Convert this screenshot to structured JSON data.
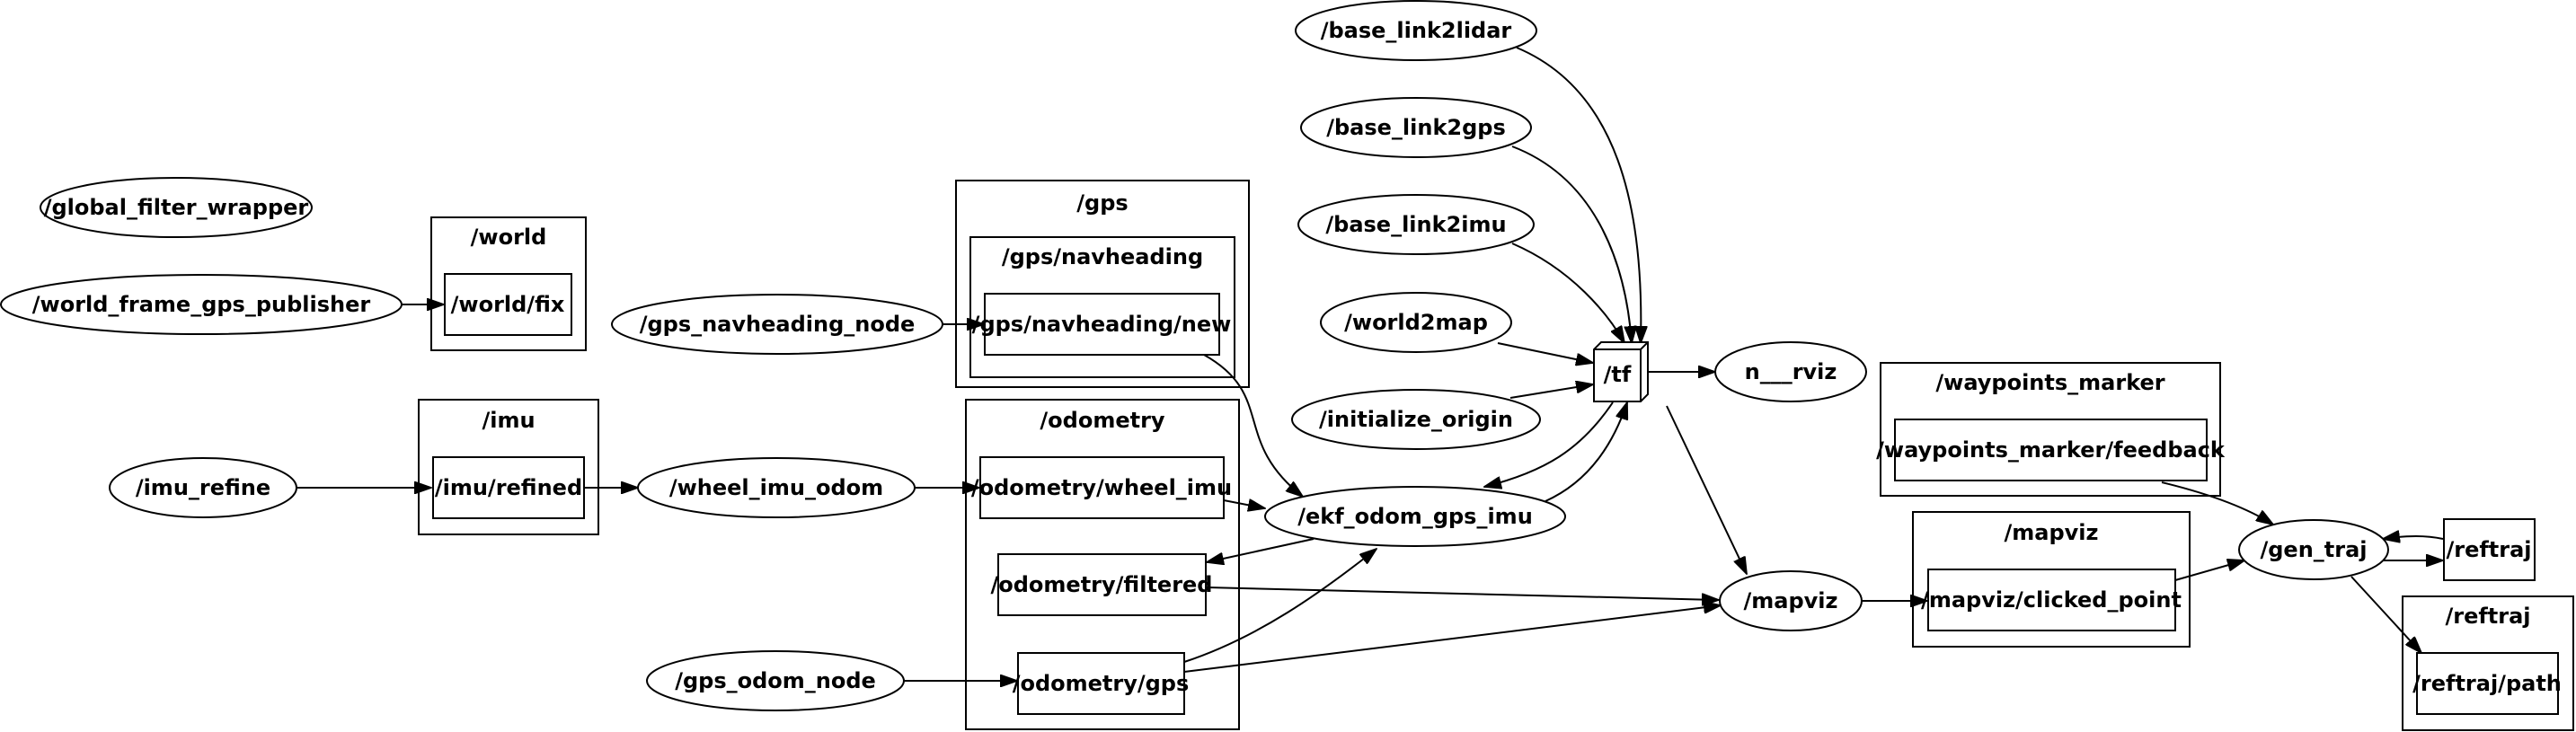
{
  "nodes": {
    "global_filter_wrapper": "/global_filter_wrapper",
    "world_frame_gps_publisher": "/world_frame_gps_publisher",
    "imu_refine": "/imu_refine",
    "wheel_imu_odom": "/wheel_imu_odom",
    "gps_navheading_node": "/gps_navheading_node",
    "gps_odom_node": "/gps_odom_node",
    "base_link2lidar": "/base_link2lidar",
    "base_link2gps": "/base_link2gps",
    "base_link2imu": "/base_link2imu",
    "world2map": "/world2map",
    "initialize_origin": "/initialize_origin",
    "ekf_odom_gps_imu": "/ekf_odom_gps_imu",
    "n_rviz": "n___rviz",
    "mapviz": "/mapviz",
    "gen_traj": "/gen_traj"
  },
  "topics": {
    "world_fix": "/world/fix",
    "imu_refined": "/imu/refined",
    "gps_navheading_new": "/gps/navheading/new",
    "odometry_wheel_imu": "/odometry/wheel_imu",
    "odometry_filtered": "/odometry/filtered",
    "odometry_gps": "/odometry/gps",
    "tf": "/tf",
    "waypoints_marker_feedback": "/waypoints_marker/feedback",
    "mapviz_clicked_point": "/mapviz/clicked_point",
    "reftraj": "/reftraj",
    "reftraj_path": "/reftraj/path"
  },
  "clusters": {
    "world": "/world",
    "imu": "/imu",
    "gps": "/gps",
    "gps_navheading": "/gps/navheading",
    "odometry": "/odometry",
    "waypoints_marker": "/waypoints_marker",
    "mapviz": "/mapviz",
    "reftraj": "/reftraj"
  }
}
